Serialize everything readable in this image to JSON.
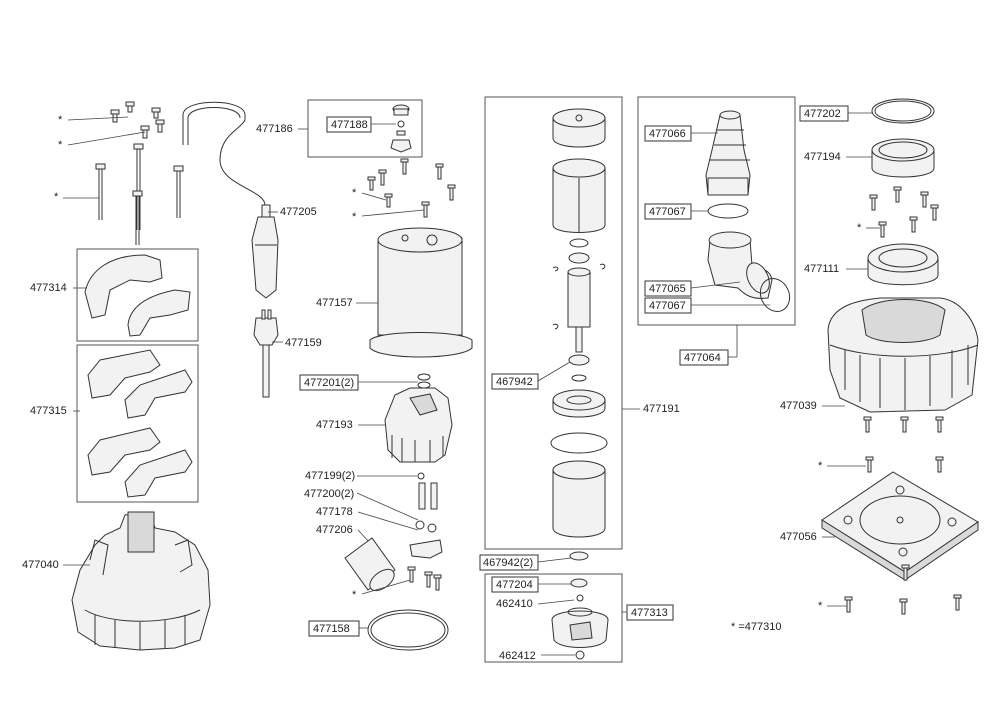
{
  "labels": {
    "p477186": "477186",
    "p477188": "477188",
    "p477205": "477205",
    "p477314": "477314",
    "p477315": "477315",
    "p477040": "477040",
    "p477157": "477157",
    "p477159": "477159",
    "p477201": "477201(2)",
    "p477193": "477193",
    "p477199": "477199(2)",
    "p477200": "477200(2)",
    "p477178": "477178",
    "p477206": "477206",
    "p477158": "477158",
    "p467942": "467942",
    "p477191": "477191",
    "p467942b": "467942(2)",
    "p477204": "477204",
    "p462410": "462410",
    "p477313": "477313",
    "p462412": "462412",
    "p477066": "477066",
    "p477067a": "477067",
    "p477065": "477065",
    "p477067b": "477067",
    "p477064": "477064",
    "p477202": "477202",
    "p477194": "477194",
    "p477111": "477111",
    "p477039": "477039",
    "p477056": "477056"
  },
  "markers": {
    "asterisk": "*"
  },
  "legend": {
    "note": "* =477310"
  }
}
